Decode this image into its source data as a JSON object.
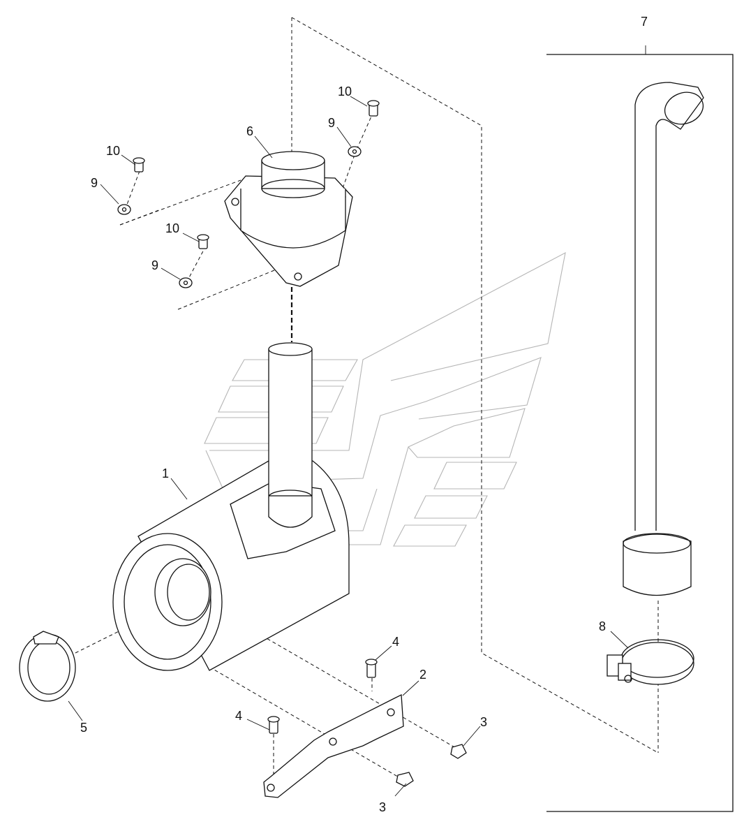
{
  "callouts": [
    {
      "id": "c1",
      "text": "1"
    },
    {
      "id": "c2",
      "text": "2"
    },
    {
      "id": "c3a",
      "text": "3"
    },
    {
      "id": "c3b",
      "text": "3"
    },
    {
      "id": "c4a",
      "text": "4"
    },
    {
      "id": "c4b",
      "text": "4"
    },
    {
      "id": "c5",
      "text": "5"
    },
    {
      "id": "c6",
      "text": "6"
    },
    {
      "id": "c7",
      "text": "7"
    },
    {
      "id": "c8",
      "text": "8"
    },
    {
      "id": "c9a",
      "text": "9"
    },
    {
      "id": "c9b",
      "text": "9"
    },
    {
      "id": "c9c",
      "text": "9"
    },
    {
      "id": "c10a",
      "text": "10"
    },
    {
      "id": "c10b",
      "text": "10"
    },
    {
      "id": "c10c",
      "text": "10"
    }
  ]
}
